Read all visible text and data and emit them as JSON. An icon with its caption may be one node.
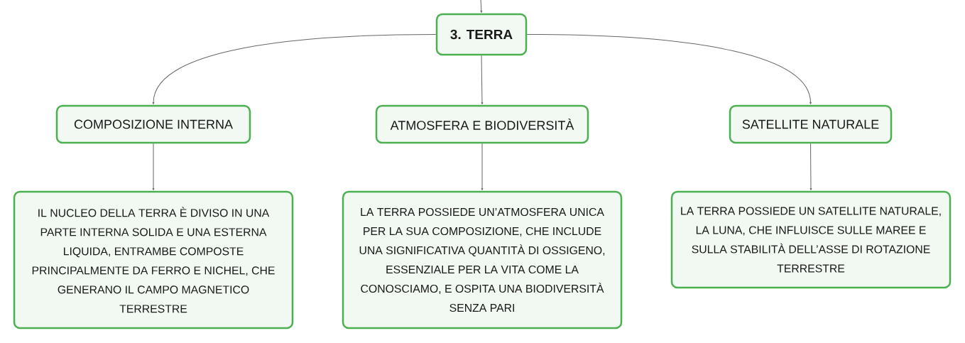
{
  "diagram": {
    "nodes": [
      {
        "text": [
          "3. TERRA"
        ]
      },
      {
        "text": [
          "COMPOSIZIONE INTERNA"
        ]
      },
      {
        "text": [
          "ATMOSFERA E BIODIVERSITÀ"
        ]
      },
      {
        "text": [
          "SATELLITE NATURALE"
        ]
      },
      {
        "text": [
          "IL NUCLEO DELLA TERRA È DIVISO IN UNA PARTE INTERNA SOLIDA E UNA ESTERNA LIQUIDA, ENTRAMBE COMPOSTE PRINCIPALMENTE DA FERRO E NICHEL, CHE GENERANO IL CAMPO MAGNETICO TERRESTRE"
        ]
      },
      {
        "text": [
          "LA TERRA POSSIEDE UN’ATMOSFERA UNICA PER LA SUA COMPOSIZIONE, CHE INCLUDE UNA SIGNIFICATIVA QUANTITÀ DI OSSIGENO, ESSENZIALE PER LA VITA COME LA CONOSCIAMO, E OSPITA UNA BIODIVERSITÀ SENZA PARI"
        ]
      },
      {
        "text": [
          "LA TERRA POSSIEDE UN SATELLITE NATURALE, LA LUNA, CHE INFLUISCE SULLE MAREE E SULLA STABILITÀ DELL’ASSE DI ROTAZIONE TERRESTRE"
        ]
      }
    ],
    "edges": [
      {
        "from": null,
        "to": 0,
        "arrow": "to"
      },
      {
        "from": 0,
        "to": 1,
        "arrow": "to"
      },
      {
        "from": 0,
        "to": 2,
        "arrow": "to"
      },
      {
        "from": 0,
        "to": 3,
        "arrow": "to"
      },
      {
        "from": 1,
        "to": 4,
        "arrow": "to"
      },
      {
        "from": 2,
        "to": 5,
        "arrow": "to"
      },
      {
        "from": 3,
        "to": 6,
        "arrow": "to"
      }
    ]
  }
}
